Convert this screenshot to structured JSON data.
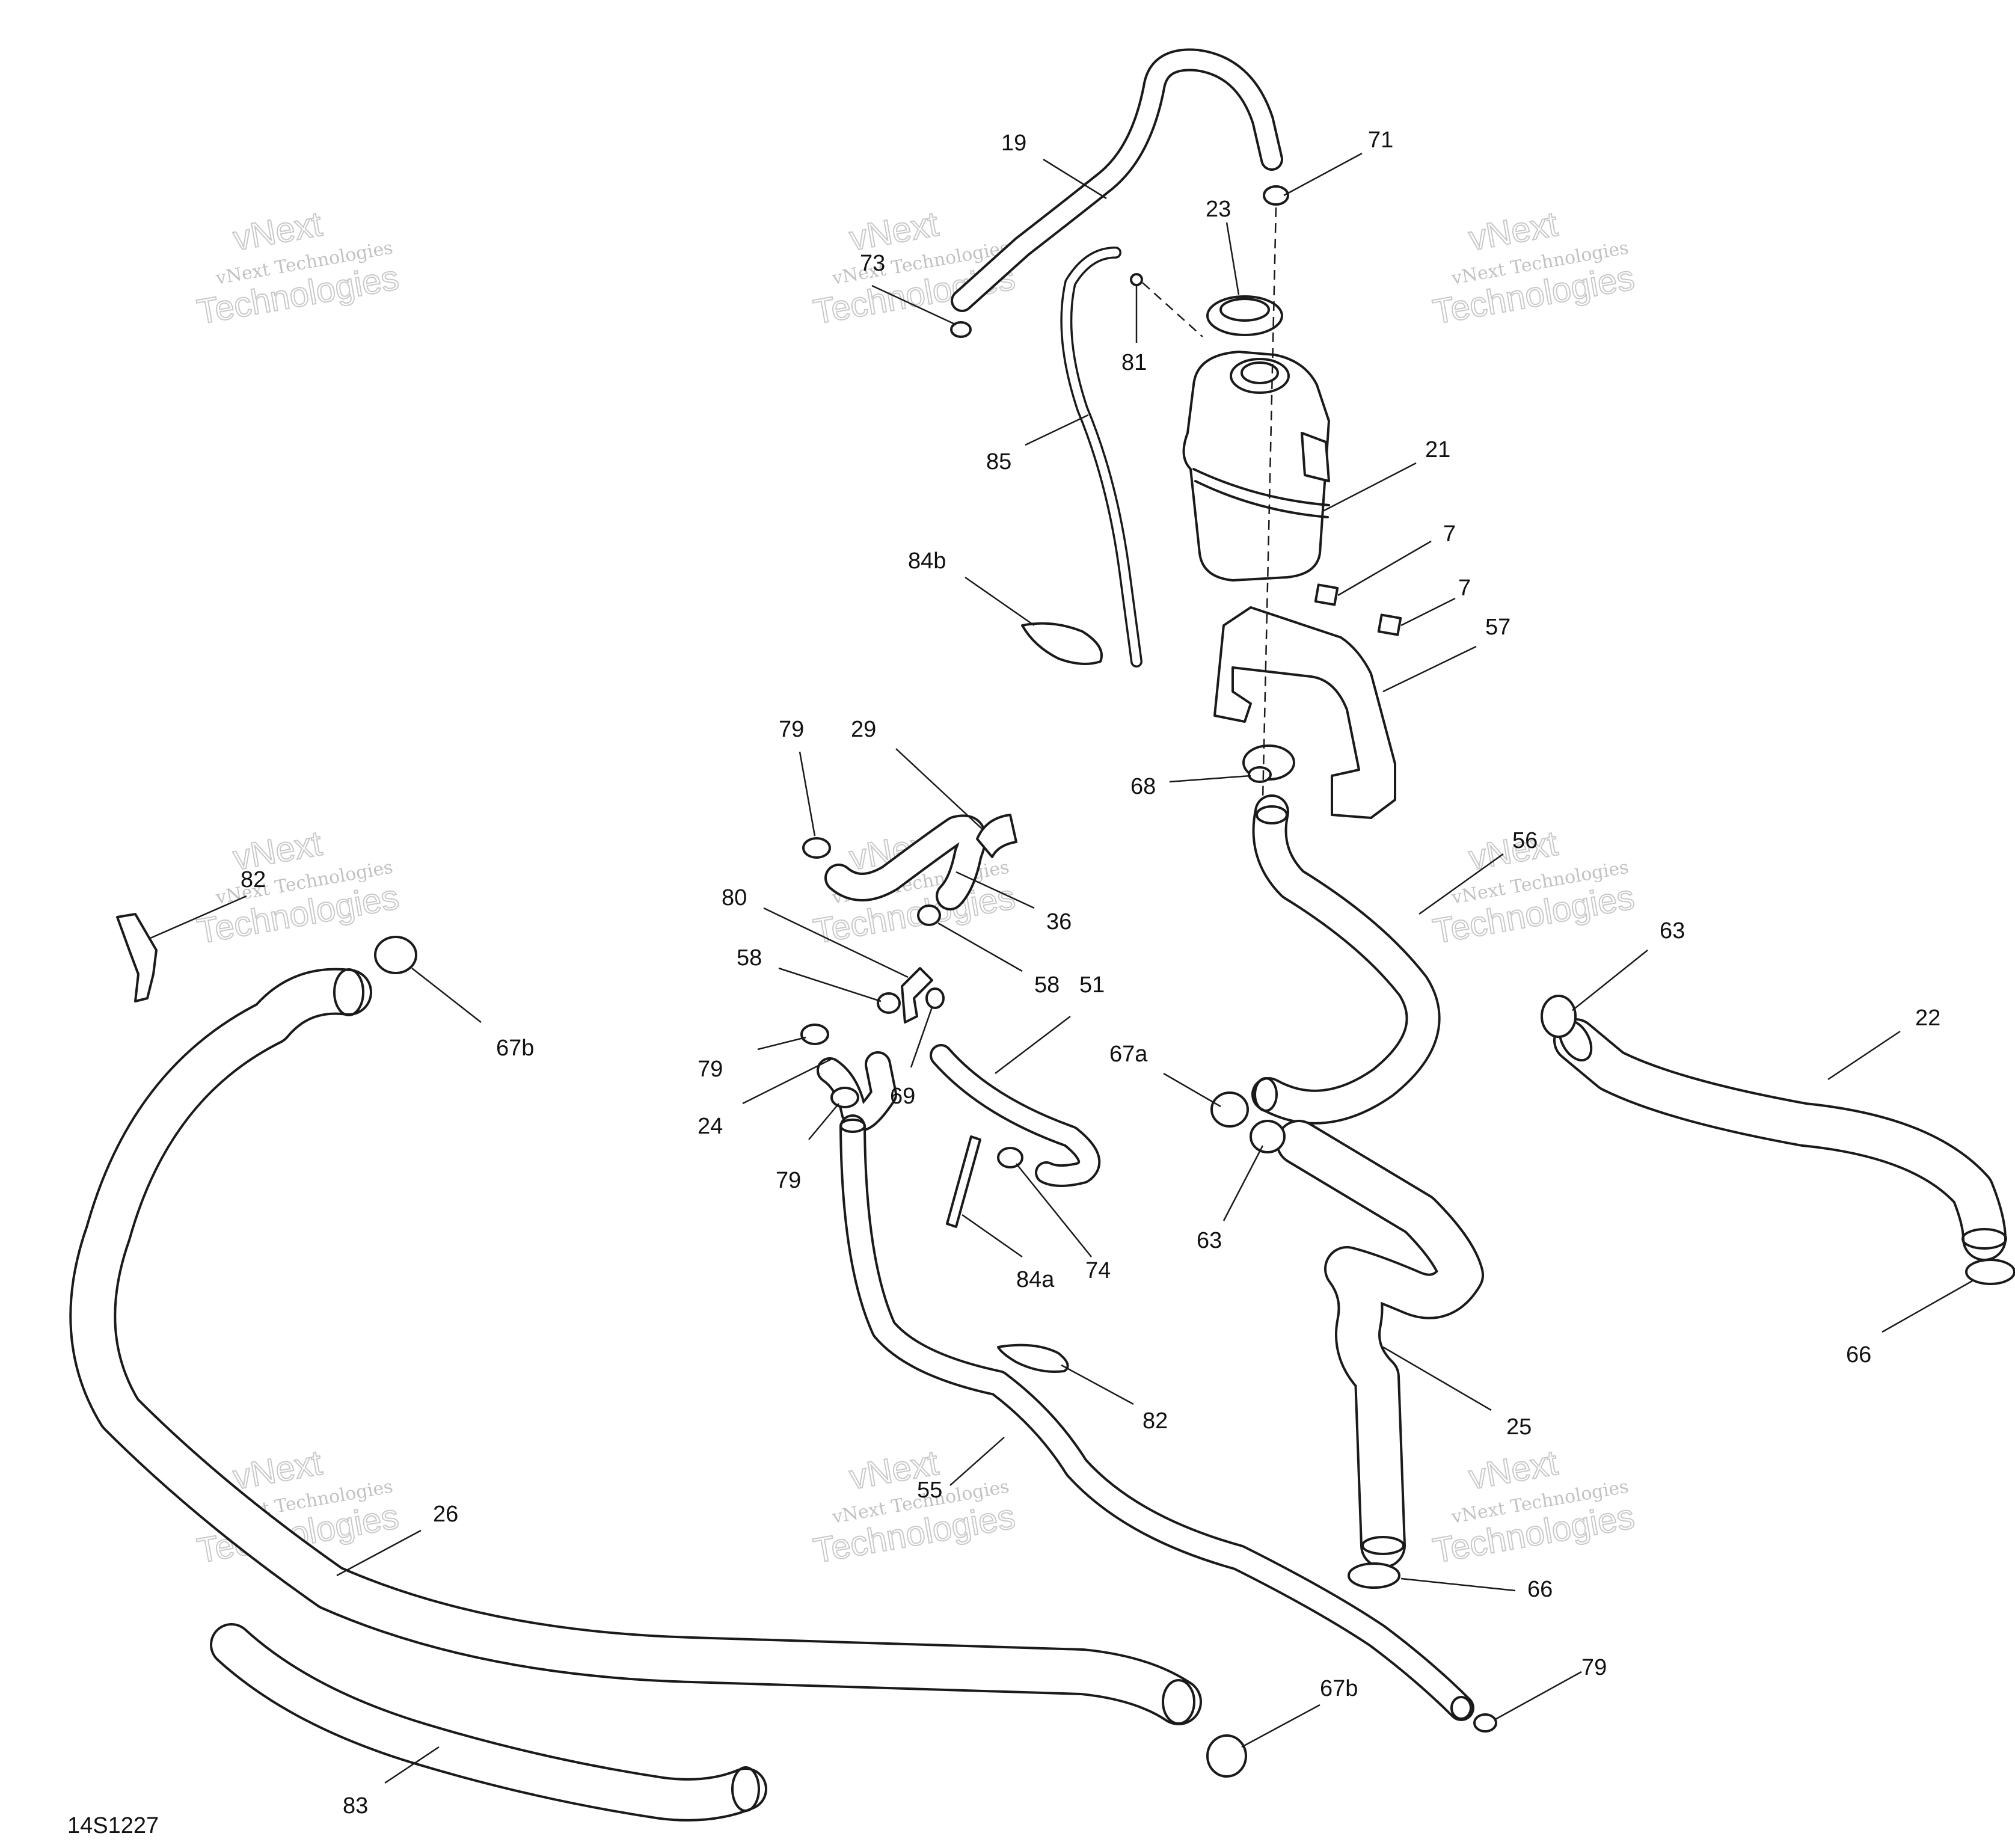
{
  "figure_id": "14S1227",
  "colors": {
    "line": "#1a1a1a",
    "watermark": "#b8b8b8",
    "background": "#ffffff"
  },
  "watermark": {
    "line1": "vNext",
    "line2": "vNext Technologies",
    "line3": "Technologies"
  },
  "callouts": {
    "c19": "19",
    "c71": "71",
    "c23": "23",
    "c73": "73",
    "c81": "81",
    "c21": "21",
    "c85": "85",
    "c84b": "84b",
    "c7a": "7",
    "c7b": "7",
    "c57": "57",
    "c79a": "79",
    "c29": "29",
    "c68": "68",
    "c56": "56",
    "c82a": "82",
    "c36": "36",
    "c80": "80",
    "c58a": "58",
    "c58b": "58",
    "c63a": "63",
    "c67b_a": "67b",
    "c51": "51",
    "c22": "22",
    "c79b": "79",
    "c67a": "67a",
    "c24": "24",
    "c69": "69",
    "c79c": "79",
    "c74": "74",
    "c63b": "63",
    "c84a": "84a",
    "c66a": "66",
    "c82b": "82",
    "c25": "25",
    "c55": "55",
    "c26": "26",
    "c66b": "66",
    "c79d": "79",
    "c67b_b": "67b",
    "c83": "83"
  }
}
